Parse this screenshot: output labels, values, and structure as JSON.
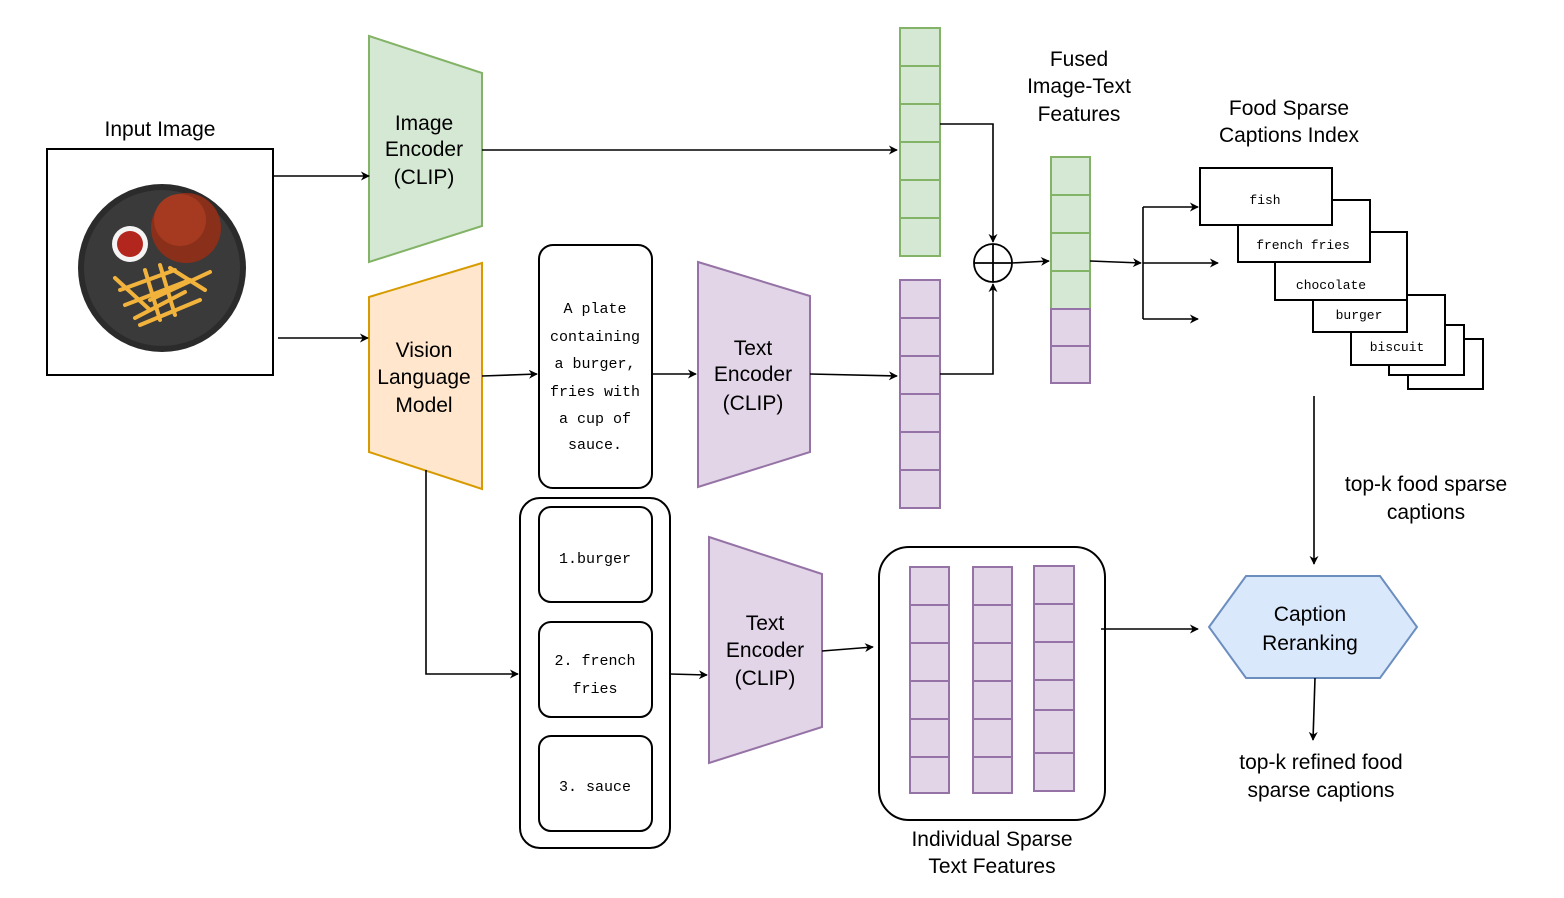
{
  "input": {
    "title": "Input Image"
  },
  "image_encoder": {
    "line1": "Image",
    "line2": "Encoder",
    "line3": "(CLIP)"
  },
  "vlm": {
    "line1": "Vision",
    "line2": "Language",
    "line3": "Model"
  },
  "caption_box": {
    "lines": [
      "A plate",
      "containing",
      "a burger,",
      "fries with",
      "a cup of",
      "sauce."
    ]
  },
  "text_encoder_top": {
    "line1": "Text",
    "line2": "Encoder",
    "line3": "(CLIP)"
  },
  "text_encoder_bottom": {
    "line1": "Text",
    "line2": "Encoder",
    "line3": "(CLIP)"
  },
  "items": [
    {
      "line1": "1.burger",
      "line2": ""
    },
    {
      "line1": "2. french",
      "line2": "fries"
    },
    {
      "line1": "3. sauce",
      "line2": ""
    }
  ],
  "fused": {
    "line1": "Fused",
    "line2": "Image-Text",
    "line3": "Features"
  },
  "index": {
    "line1": "Food Sparse",
    "line2": "Captions Index",
    "cards": [
      "fish",
      "french fries",
      "chocolate",
      "burger",
      "biscuit"
    ]
  },
  "topk": {
    "line1": "top-k food sparse",
    "line2": "captions"
  },
  "reranking": {
    "line1": "Caption",
    "line2": "Reranking"
  },
  "refined": {
    "line1": "top-k refined food",
    "line2": "sparse captions"
  },
  "sparse": {
    "line1": "Individual Sparse",
    "line2": "Text Features"
  },
  "colors": {
    "green_fill": "#d5e8d4",
    "green_stroke": "#82b366",
    "orange_fill": "#ffe6cc",
    "orange_stroke": "#d79b00",
    "purple_fill": "#e1d5e7",
    "purple_stroke": "#9673a6",
    "blue_fill": "#dae8fc",
    "blue_stroke": "#6c8ebf"
  }
}
